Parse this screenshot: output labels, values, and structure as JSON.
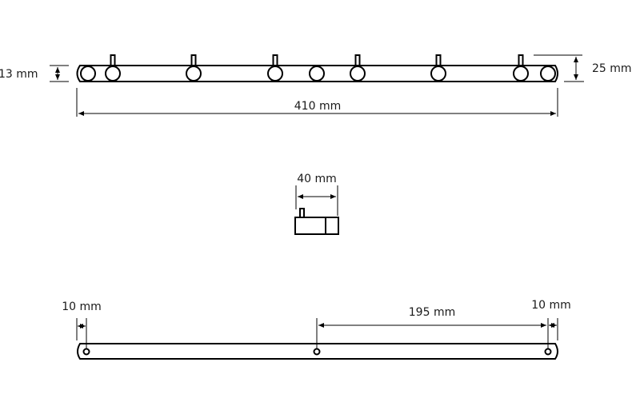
{
  "dimensions": {
    "bar_height": "13 mm",
    "total_height": "25 mm",
    "length": "410 mm",
    "depth": "40 mm",
    "hole_offset_left": "10 mm",
    "hole_spacing": "195 mm",
    "hole_offset_right": "10 mm"
  },
  "hook_count": 6,
  "colors": {
    "line": "#000000",
    "text": "#1a1a1a"
  }
}
